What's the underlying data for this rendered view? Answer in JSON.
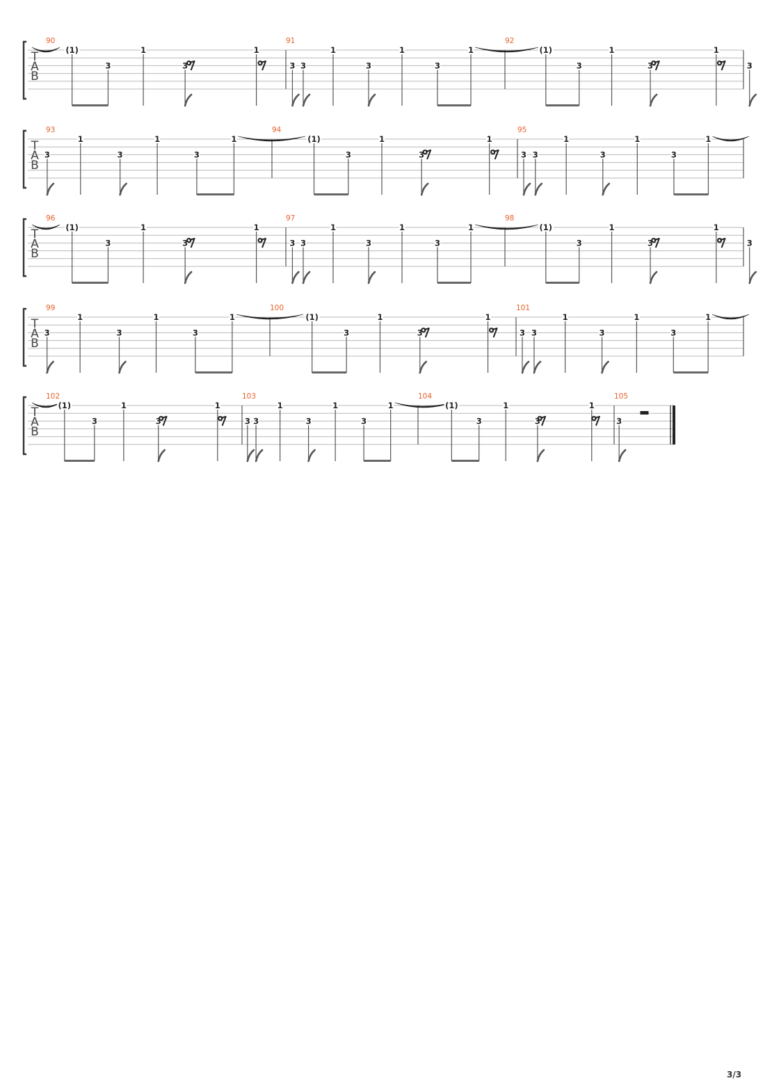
{
  "document": {
    "page_number": "3/3",
    "clef_letters": [
      "T",
      "A",
      "B"
    ],
    "colors": {
      "measure_number": "#e8612c",
      "staff_line": "#b8b8b8",
      "ink": "#222222",
      "stem": "#555555",
      "bracket": "#333333"
    },
    "systems": [
      {
        "leading_tie": true,
        "measures": [
          {
            "number": "90",
            "pattern": "A"
          },
          {
            "number": "91",
            "pattern": "B",
            "tie_out": true
          },
          {
            "number": "92",
            "pattern": "A"
          }
        ]
      },
      {
        "leading_tie": false,
        "measures": [
          {
            "number": "93",
            "pattern": "B",
            "tie_out": true
          },
          {
            "number": "94",
            "pattern": "A"
          },
          {
            "number": "95",
            "pattern": "B",
            "tie_out": true
          }
        ]
      },
      {
        "leading_tie": true,
        "measures": [
          {
            "number": "96",
            "pattern": "A"
          },
          {
            "number": "97",
            "pattern": "B",
            "tie_out": true
          },
          {
            "number": "98",
            "pattern": "A"
          }
        ]
      },
      {
        "leading_tie": false,
        "measures": [
          {
            "number": "99",
            "pattern": "B",
            "tie_out": true
          },
          {
            "number": "100",
            "pattern": "A"
          },
          {
            "number": "101",
            "pattern": "B",
            "tie_out": true
          }
        ]
      },
      {
        "leading_tie": true,
        "measures": [
          {
            "number": "102",
            "pattern": "A"
          },
          {
            "number": "103",
            "pattern": "B",
            "tie_out": true
          },
          {
            "number": "104",
            "pattern": "A"
          },
          {
            "number": "105",
            "pattern": "rest"
          }
        ],
        "final_barline": true
      }
    ],
    "patterns": {
      "A": [
        {
          "fret": "(1)",
          "string": 1
        },
        {
          "fret": "3",
          "string": 3
        },
        {
          "fret": "1",
          "string": 1
        },
        {
          "fret": "3",
          "string": 3
        },
        {
          "rest": "eighth"
        },
        {
          "fret": "1",
          "string": 1
        },
        {
          "fret": "3",
          "string": 3
        },
        {
          "rest": "eighth"
        }
      ],
      "B": [
        {
          "fret": "3",
          "string": 3
        },
        {
          "fret": "1",
          "string": 1
        },
        {
          "fret": "3",
          "string": 3
        },
        {
          "fret": "1",
          "string": 1
        },
        {
          "fret": "3",
          "string": 3
        },
        {
          "fret": "1",
          "string": 1
        }
      ]
    }
  }
}
